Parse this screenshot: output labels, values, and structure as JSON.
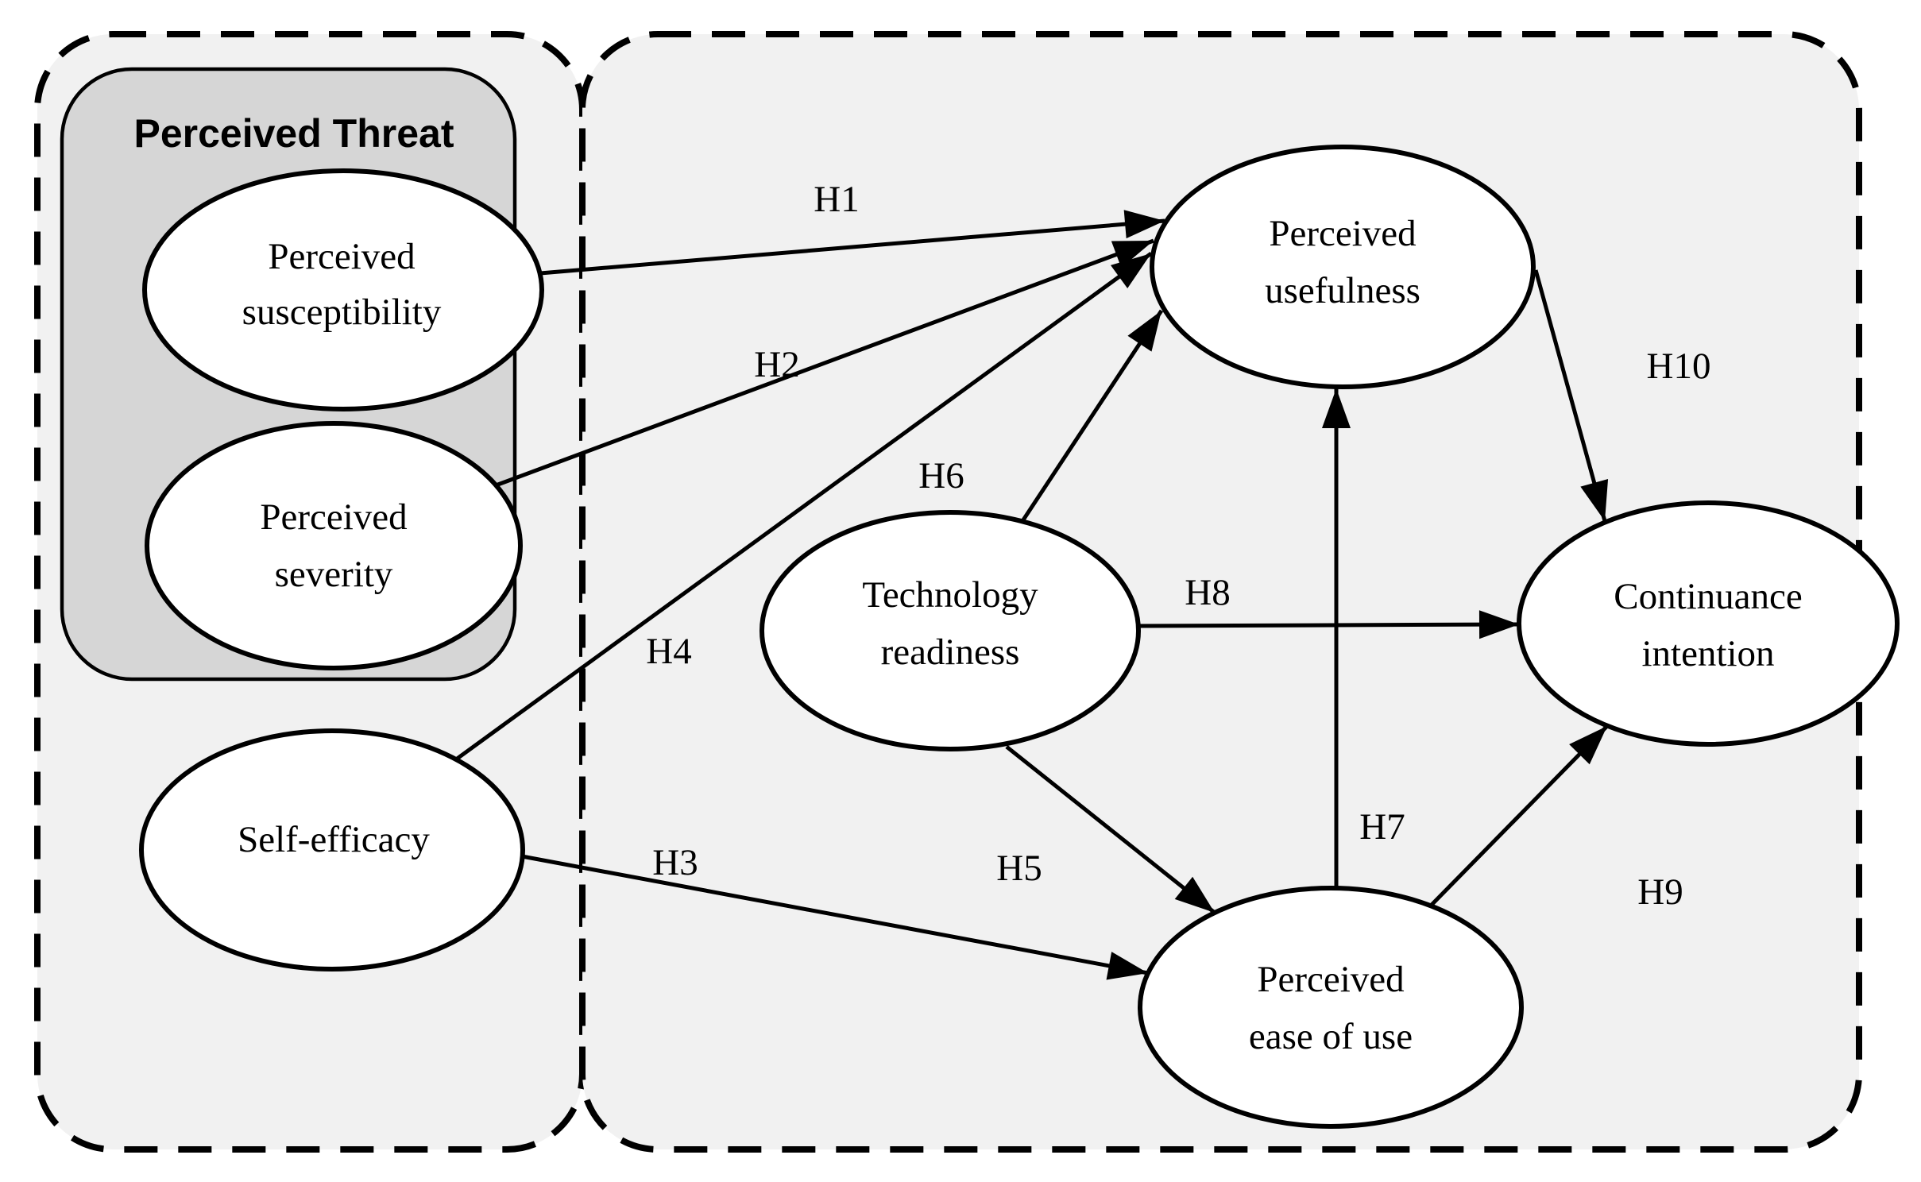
{
  "diagram": {
    "groups": {
      "perceived_threat": {
        "title": "Perceived Threat"
      }
    },
    "nodes": {
      "perceived_susceptibility": {
        "line1": "Perceived",
        "line2": "susceptibility"
      },
      "perceived_severity": {
        "line1": "Perceived",
        "line2": "severity"
      },
      "self_efficacy": {
        "line1": "Self-efficacy"
      },
      "technology_readiness": {
        "line1": "Technology",
        "line2": "readiness"
      },
      "perceived_usefulness": {
        "line1": "Perceived",
        "line2": "usefulness"
      },
      "perceived_ease_of_use": {
        "line1": "Perceived",
        "line2": "ease of use"
      },
      "continuance_intention": {
        "line1": "Continuance",
        "line2": "intention"
      }
    },
    "hypotheses": {
      "h1": "H1",
      "h2": "H2",
      "h3": "H3",
      "h4": "H4",
      "h5": "H5",
      "h6": "H6",
      "h7": "H7",
      "h8": "H8",
      "h9": "H9",
      "h10": "H10"
    },
    "edges": [
      {
        "label": "H1",
        "from": "perceived_susceptibility",
        "to": "perceived_usefulness"
      },
      {
        "label": "H2",
        "from": "perceived_severity",
        "to": "perceived_usefulness"
      },
      {
        "label": "H3",
        "from": "self_efficacy",
        "to": "perceived_ease_of_use"
      },
      {
        "label": "H4",
        "from": "self_efficacy",
        "to": "perceived_usefulness"
      },
      {
        "label": "H5",
        "from": "technology_readiness",
        "to": "perceived_ease_of_use"
      },
      {
        "label": "H6",
        "from": "technology_readiness",
        "to": "perceived_usefulness"
      },
      {
        "label": "H7",
        "from": "perceived_ease_of_use",
        "to": "perceived_usefulness"
      },
      {
        "label": "H8",
        "from": "technology_readiness",
        "to": "continuance_intention"
      },
      {
        "label": "H9",
        "from": "perceived_ease_of_use",
        "to": "continuance_intention"
      },
      {
        "label": "H10",
        "from": "perceived_usefulness",
        "to": "continuance_intention"
      }
    ],
    "colors": {
      "panel_fill": "#f1f1f1",
      "group_fill": "#d6d6d6",
      "node_fill": "#ffffff",
      "stroke": "#000000"
    }
  }
}
